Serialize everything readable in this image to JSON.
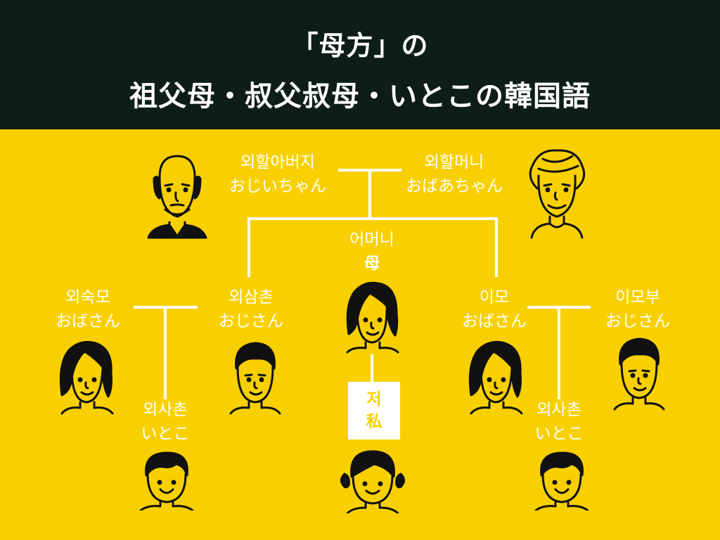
{
  "header": {
    "line1": "「母方」の",
    "line2": "祖父母・叔父叔母・いとこの韓国語"
  },
  "people": {
    "grandfather": {
      "korean": "외할아버지",
      "japanese": "おじいちゃん"
    },
    "grandmother": {
      "korean": "외할머니",
      "japanese": "おばあちゃん"
    },
    "mother": {
      "korean": "어머니",
      "japanese": "母"
    },
    "aunt_in_law": {
      "korean": "외숙모",
      "japanese": "おばさん"
    },
    "uncle": {
      "korean": "외삼촌",
      "japanese": "おじさん"
    },
    "aunt": {
      "korean": "이모",
      "japanese": "おばさん"
    },
    "uncle_in_law": {
      "korean": "이모부",
      "japanese": "おじさん"
    },
    "cousin_left": {
      "korean": "외사촌",
      "japanese": "いとこ"
    },
    "cousin_right": {
      "korean": "외사촌",
      "japanese": "いとこ"
    },
    "me": {
      "korean": "저",
      "japanese": "私"
    }
  },
  "colors": {
    "background": "#f8d000",
    "header": "#0e1e17",
    "text": "#ffffff",
    "line": "#ffffff"
  }
}
